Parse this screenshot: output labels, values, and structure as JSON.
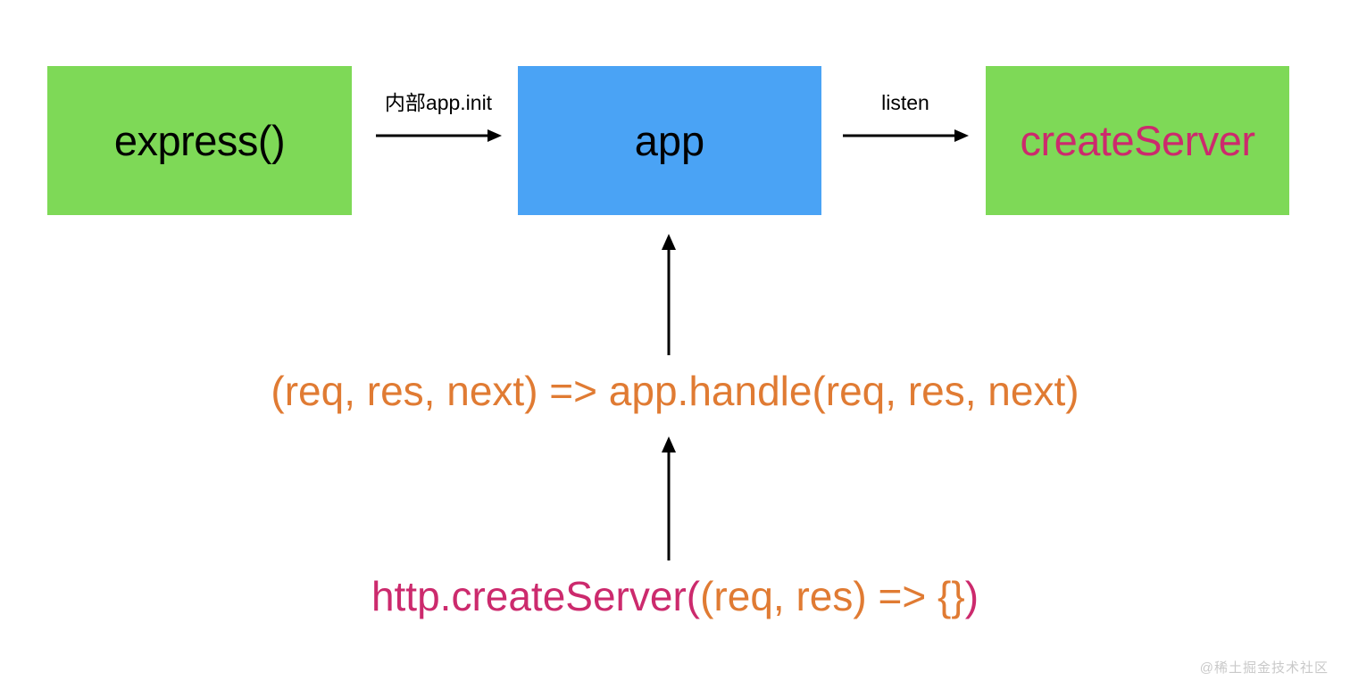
{
  "diagram": {
    "title": "express() app createServer flow",
    "background": "#ffffff",
    "nodes": [
      {
        "id": "express",
        "label": "express()",
        "fill": "#7ed957",
        "text_color": "#000000"
      },
      {
        "id": "app",
        "label": "app",
        "fill": "#4aa3f5",
        "text_color": "#000000"
      },
      {
        "id": "createServer",
        "label": "createServer",
        "fill": "#7ed957",
        "text_color": "#cc2a6d"
      }
    ],
    "connectors": [
      {
        "id": "express-to-app",
        "label": "内部app.init",
        "from": "express",
        "to": "app",
        "direction": "right",
        "color": "#000000"
      },
      {
        "id": "app-to-createserver",
        "label": "listen",
        "from": "app",
        "to": "createServer",
        "direction": "right",
        "color": "#000000"
      },
      {
        "id": "handler-to-app",
        "label": "",
        "from": "handler-expression",
        "to": "app",
        "direction": "up",
        "color": "#000000"
      },
      {
        "id": "createserver-call-to-handler",
        "label": "",
        "from": "createserver-call",
        "to": "handler-expression",
        "direction": "up",
        "color": "#000000"
      }
    ],
    "code_lines": [
      {
        "id": "handler-expression",
        "full_text": "(req, res, next) => app.handle(req, res, next)",
        "color": "#e07b33",
        "segments": [
          {
            "text": "(req, res, next) => app.handle(req, res, next)",
            "color": "#e07b33"
          }
        ]
      },
      {
        "id": "createserver-call",
        "full_text": "http.createServer((req, res) => {})",
        "segments": [
          {
            "text": "http.createServer(",
            "color": "#cc2a6d"
          },
          {
            "text": "(req, res) => {}",
            "color": "#e07b33"
          },
          {
            "text": ")",
            "color": "#cc2a6d"
          }
        ]
      }
    ],
    "watermark": "@稀土掘金技术社区"
  }
}
